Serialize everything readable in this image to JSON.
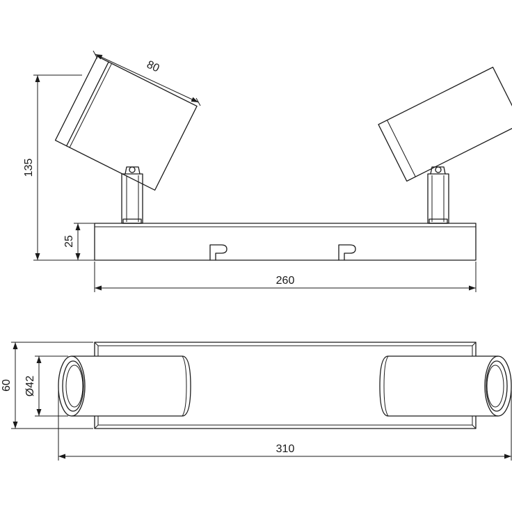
{
  "dimensions": {
    "spot_length": "80",
    "total_height": "135",
    "base_height": "25",
    "base_length": "260",
    "top_depth": "60",
    "spot_diameter": "Ø42",
    "total_length": "310"
  }
}
